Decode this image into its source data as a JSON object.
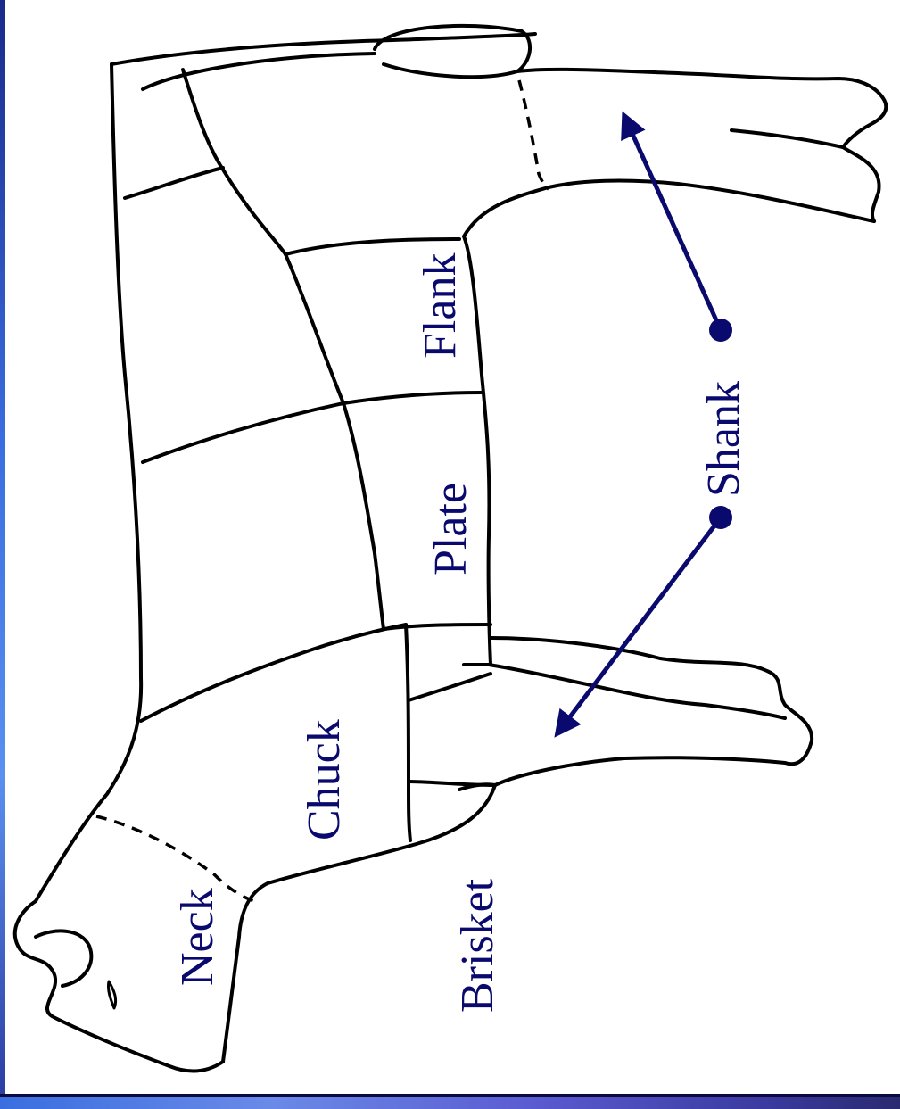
{
  "diagram": {
    "labels": {
      "flank": "Flank",
      "plate": "Plate",
      "chuck": "Chuck",
      "neck": "Neck",
      "brisket": "Brisket",
      "shank": "Shank"
    },
    "colors": {
      "label": "#0a0a6e",
      "arrow": "#0a0a6e",
      "outline": "#000000",
      "frame_gradient_start": "#3a6ee0",
      "frame_gradient_end": "#2a2a70"
    }
  }
}
